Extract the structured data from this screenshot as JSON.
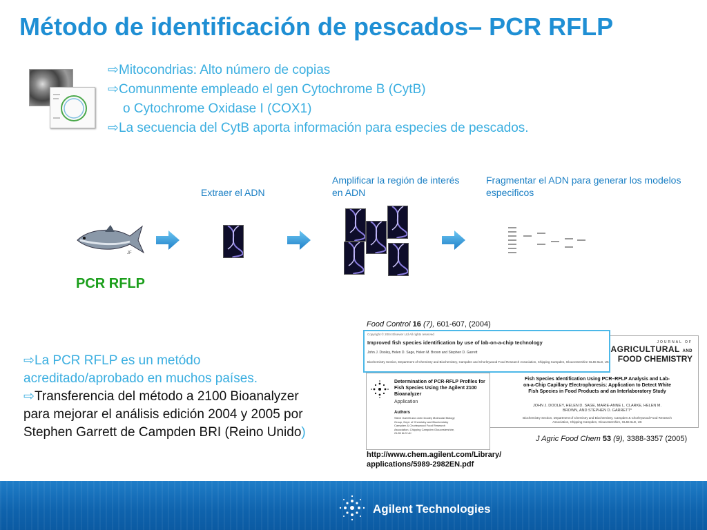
{
  "slide": {
    "title": "Método de identificación de pescados– PCR RFLP",
    "bullets": [
      "Mitocondrias: Alto número de copias",
      "Comunmente empleado el gen  Cytochrome B (CytB)",
      "o Cytochrome Oxidase I (COX1)",
      "La secuencia del CytB aporta información  para especies de pescados."
    ],
    "arrow_glyph": "⇨"
  },
  "workflow": {
    "step1": "Extraer el  ADN",
    "step2": "Amplificar la región de interés en ADN",
    "step3": "Fragmentar el ADN para generar los modelos especificos",
    "pcr_label": "PCR RFLP",
    "fish_mark": "JF"
  },
  "bottom": {
    "line1": "La PCR RFLP es un metódo",
    "line2": "acreditado/aprobado en muchos países.",
    "line3": "Transferencia del método a 2100 Bioanalyzer",
    "line4": "para mejorar el análisis edición 2004 y 2005 por",
    "line5": "Stephen Garrett de Campden BRI (Reino Unido",
    "line5_end": ")"
  },
  "references": {
    "food_control": {
      "journal": "Food Control",
      "volume": "16",
      "issue": "(7),",
      "pages": "601-607, (2004)"
    },
    "jafc": {
      "journal": "J Agric Food Chem",
      "volume": "53",
      "issue": "(9),",
      "pages": "3388-3357 (2005)"
    },
    "agilent_url_1": "http://www.chem.agilent.com/Library/",
    "agilent_url_2": "applications/5989-2982EN.pdf"
  },
  "paper1": {
    "copyright": "Copyright © 2004 Elsevier Ltd All rights reserved",
    "title": "Improved fish species identification by use of lab-on-a-chip technology",
    "authors": "John J. Dooley, Helen D. Sage, Helen M. Brown and Stephen D. Garrett",
    "affil": "Biochemistry Section, Department of Chemistry and Biochemistry, Campden and Chorleywood Food Research Association, Chipping Campden, Gloucestershire GL55 6LD, UK"
  },
  "paper2": {
    "title": "Determination of PCR-RFLP Profiles for Fish Species Using the Agilent 2100 Bioanalyzer",
    "type": "Application",
    "authors_head": "Authors",
    "authors": "Steve Garrett and John Dooley Molecular Biology Group, Dept. of Chemistry and Biochemistry Campden & Chorleywood Food Research Association, Chipping Campden Gloucestershire, GL55 6LD UK"
  },
  "paper3": {
    "journal_small": "JOURNAL OF",
    "journal_a": "AGRICULTURAL",
    "journal_and": "AND",
    "journal_b": "FOOD CHEMISTRY",
    "title": "Fish Species Identification Using PCR–RFLP Analysis and Lab-on-a-Chip Capillary Electrophoresis: Application to Detect White Fish Species in Food Products and an Interlaboratory Study",
    "authors": "JOHN J. DOOLEY, HELEN D. SAGE, MARIE-ANNE L. CLARKE, HELEN M. BROWN, AND STEPHEN D. GARRETT*",
    "affil": "Biochemistry Section, Department of Chemistry and Biochemistry, Campden & Chorleywood Food Research Association, Chipping Campden, Gloucestershire, GL55 6LD, UK"
  },
  "footer": {
    "brand": "Agilent Technologies"
  },
  "colors": {
    "title": "#1f8fd4",
    "bullets": "#3aaee0",
    "pcr": "#1a9e1a",
    "footer": "#0f63ad"
  }
}
